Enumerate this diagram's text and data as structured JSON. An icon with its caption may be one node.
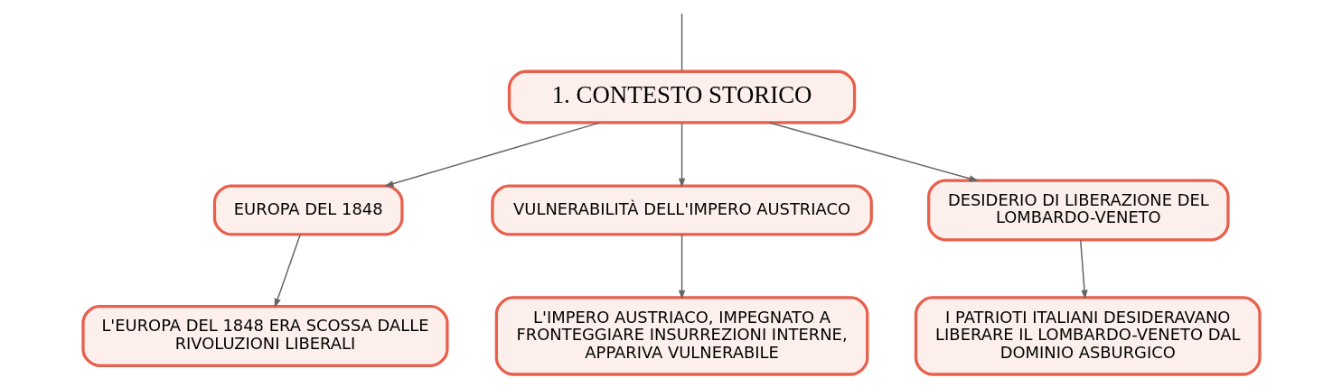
{
  "diagram": {
    "nodes": [
      {
        "text": [
          "1. CONTESTO STORICO"
        ]
      },
      {
        "text": [
          "EUROPA DEL 1848"
        ]
      },
      {
        "text": [
          "VULNERABILITÀ DELL'IMPERO AUSTRIACO"
        ]
      },
      {
        "text": [
          "DESIDERIO DI LIBERAZIONE DEL LOMBARDO-VENETO"
        ]
      },
      {
        "text": [
          "L'EUROPA DEL 1848 ERA SCOSSA DALLE RIVOLUZIONI LIBERALI"
        ]
      },
      {
        "text": [
          "L'IMPERO AUSTRIACO, IMPEGNATO A FRONTEGGIARE INSURREZIONI INTERNE, APPARIVA VULNERABILE"
        ]
      },
      {
        "text": [
          "I PATRIOTI ITALIANI DESIDERAVANO LIBERARE IL LOMBARDO-VENETO DAL DOMINIO ASBURGICO"
        ]
      }
    ],
    "edges": [
      {
        "from": null,
        "to": 0,
        "arrow": "none"
      },
      {
        "from": 0,
        "to": 1,
        "arrow": "to"
      },
      {
        "from": 0,
        "to": 2,
        "arrow": "to"
      },
      {
        "from": 0,
        "to": 3,
        "arrow": "to"
      },
      {
        "from": 1,
        "to": 4,
        "arrow": "to"
      },
      {
        "from": 2,
        "to": 5,
        "arrow": "to"
      },
      {
        "from": 3,
        "to": 6,
        "arrow": "to"
      }
    ]
  }
}
